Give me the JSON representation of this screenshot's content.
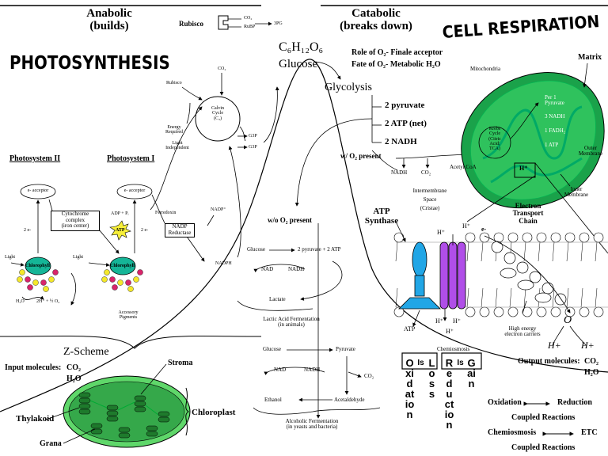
{
  "titles": {
    "anabolic": "Anabolic\n(builds)",
    "catabolic": "Catabolic\n(breaks down)",
    "photosynthesis": "PHOTOSYNTHESIS",
    "cell_respiration": "CELL RESPIRATION"
  },
  "rubisco": {
    "label": "Rubisco",
    "co2": "CO₂",
    "rubp": "RuBP",
    "pgp": "3PG"
  },
  "glucose": {
    "formula": "C₆H₁₂O₆",
    "name": "Glucose"
  },
  "oxygen_roles": {
    "role": "Role of O₂- Finale acceptor",
    "fate": "Fate of O₂- Metabolic H₂O"
  },
  "calvin": {
    "co2": "CO₂",
    "rubisco": "Rubisco",
    "cycle": "Calvin\nCycle\n(C₃)",
    "energy": "Energy\nRequired",
    "light": "Light\nIndependent",
    "g3p_a": "G3P",
    "g3p_b": "G3P"
  },
  "light_reactions": {
    "ps2": "Photosystem II",
    "ps1": "Photosystem I",
    "acceptor_a": "e- acceptor",
    "acceptor_b": "e- acceptor",
    "e_a": "2 e-",
    "e_b": "2 e-",
    "cytochrome": "Cytochrome complex\n(iron center)",
    "adp": "ADP + Pᵢ",
    "atp": "ATP",
    "ferredoxin": "Ferredoxin",
    "nadp_plus": "NADP⁺",
    "nadp_reductase": "NADP\nReductase",
    "nadph": "NADPH",
    "light_a": "Light",
    "light_b": "Light",
    "chlorophyll_a": "Chlorophyll",
    "chlorophyll_b": "Chlorophyll",
    "water": "H₂O",
    "split": "2H⁺ + ½ O₂",
    "accessory": "Accessory\nPigments"
  },
  "z_scheme": "Z-Scheme",
  "input": {
    "label": "Input molecules:",
    "co2": "CO₂",
    "h2o": "H₂O"
  },
  "chloroplast": {
    "stroma": "Stroma",
    "thylakoid": "Thylakoid",
    "grana": "Grana",
    "chloroplast": "Chloroplast"
  },
  "glycolysis": {
    "title": "Glycolysis",
    "pyruvate": "2 pyruvate",
    "atp": "2 ATP (net)",
    "nadh": "2 NADH",
    "w_o2": "w/ O₂ present",
    "wo_o2": "w/o O₂ present"
  },
  "lactic": {
    "glucose": "Glucose",
    "arrow_text": "2 pyruvate + 2 ATP",
    "nad": "NAD",
    "nadh": "NADH",
    "lactate": "Lactate",
    "title": "Lactic Acid Fermentation\n(in animals)"
  },
  "alcoholic": {
    "glucose": "Glucose",
    "pyruvate": "Pyruvate",
    "co2": "CO₂",
    "nad": "NAD",
    "nadh": "NADH",
    "ethanol": "Ethanol",
    "acetaldehyde": "Acetaldehyde",
    "title": "Alcoholic Fermentation\n(in yeasts and bacteria)"
  },
  "mito": {
    "mitochondria": "Mitochondria",
    "matrix": "Matrix",
    "per_pyruvate": "Per 1\nPyruvate",
    "nadh3": "3 NADH",
    "fadh": "1 FADH₂",
    "atp1": "1 ATP",
    "krebs": "Krebs\nCycle\n(Citric\nAcid;\nTCA)",
    "acetyl": "Acetyl CoA",
    "nadh": "NADH",
    "co2": "CO₂",
    "h_plus_box": "H⁺",
    "outer": "Outer\nMembrane",
    "inner": "Inner\nMembrane",
    "intermembrane": "Intermembrane\nSpace\n(Cristae)"
  },
  "etc": {
    "atp_synthase": "ATP\nSynthase",
    "etc": "Electron\nTransport\nChain",
    "h1": "H⁺",
    "h2": "H⁺",
    "h3": "H⁺",
    "h4": "H⁺",
    "h5": "H⁺",
    "e": "e-",
    "atp": "ATP",
    "carriers": "High energy\nelectron carriers",
    "o": "O",
    "h_a": "H+",
    "h_b": "H+",
    "chemiosmosis": "Chemiosmosis"
  },
  "oil_rig": {
    "o": "Oxidation",
    "i": "Is",
    "l": "Loss",
    "r": "Reduction",
    "i2": "Is",
    "g": "Gain"
  },
  "output": {
    "label": "Output molecules:",
    "co2": "CO₂",
    "h2o": "H₂O"
  },
  "bottom_right": {
    "oxidation": "Oxidation",
    "reduction": "Reduction",
    "coupled1": "Coupled Reactions",
    "chemiosmosis": "Chemiosmosis",
    "etc": "ETC",
    "coupled2": "Coupled Reactions"
  }
}
